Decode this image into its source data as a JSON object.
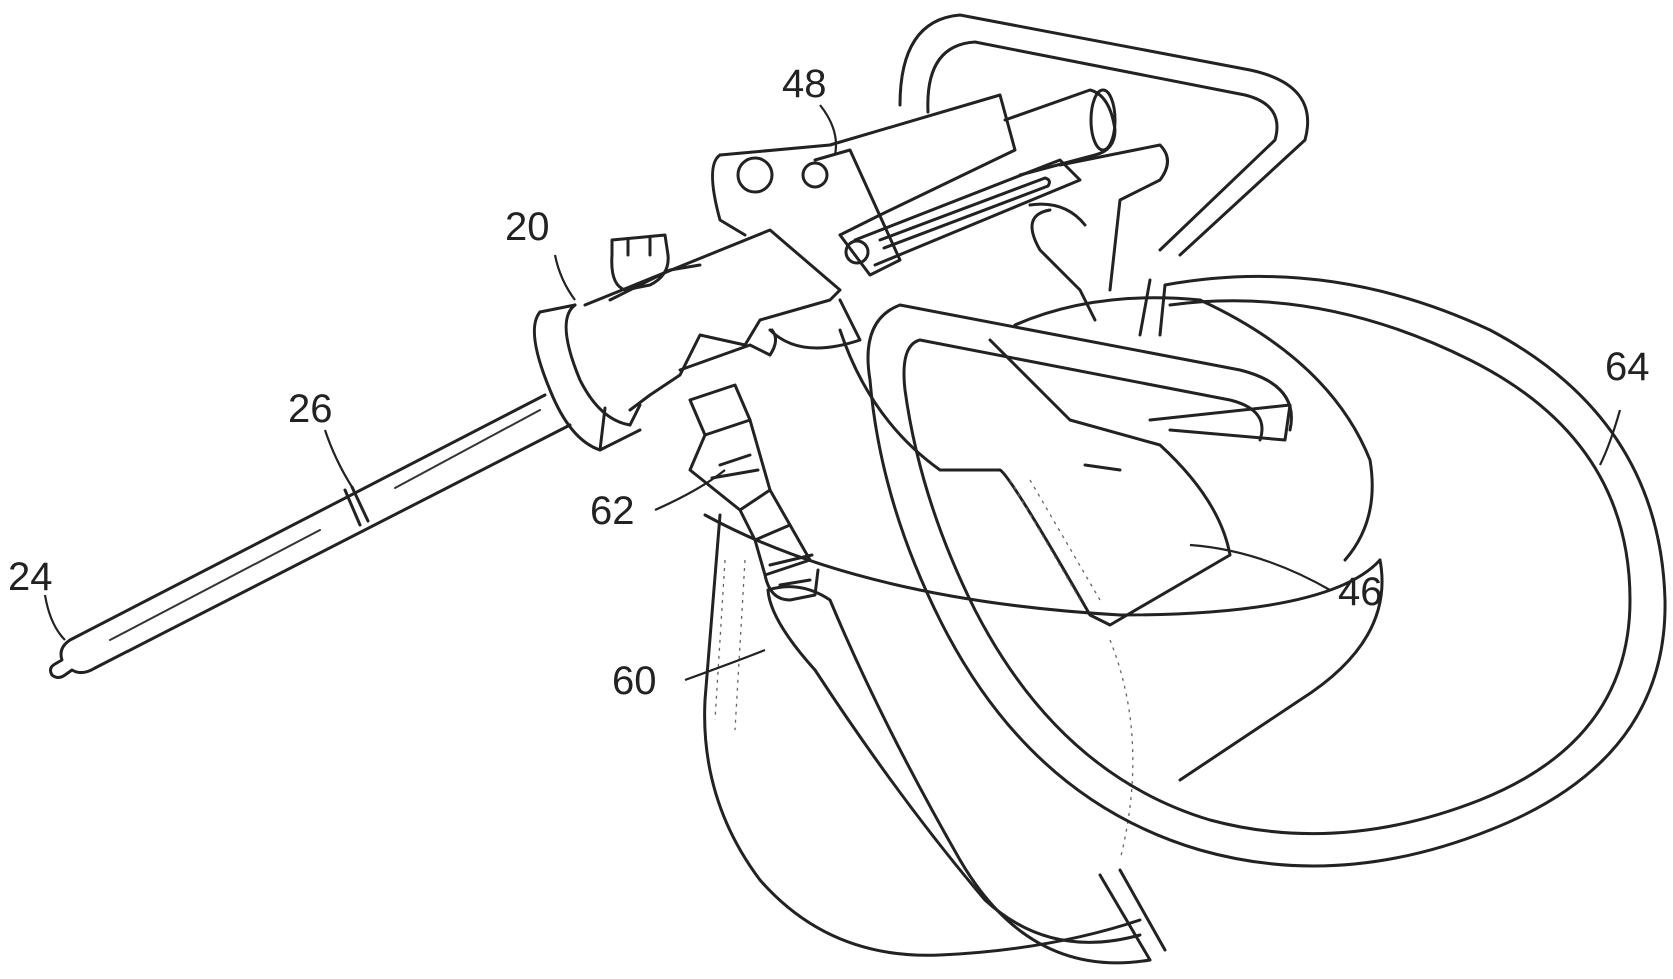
{
  "figure": {
    "labels": {
      "l24": "24",
      "l26": "26",
      "l20": "20",
      "l48": "48",
      "l62": "62",
      "l60": "60",
      "l46": "46",
      "l64": "64"
    }
  }
}
